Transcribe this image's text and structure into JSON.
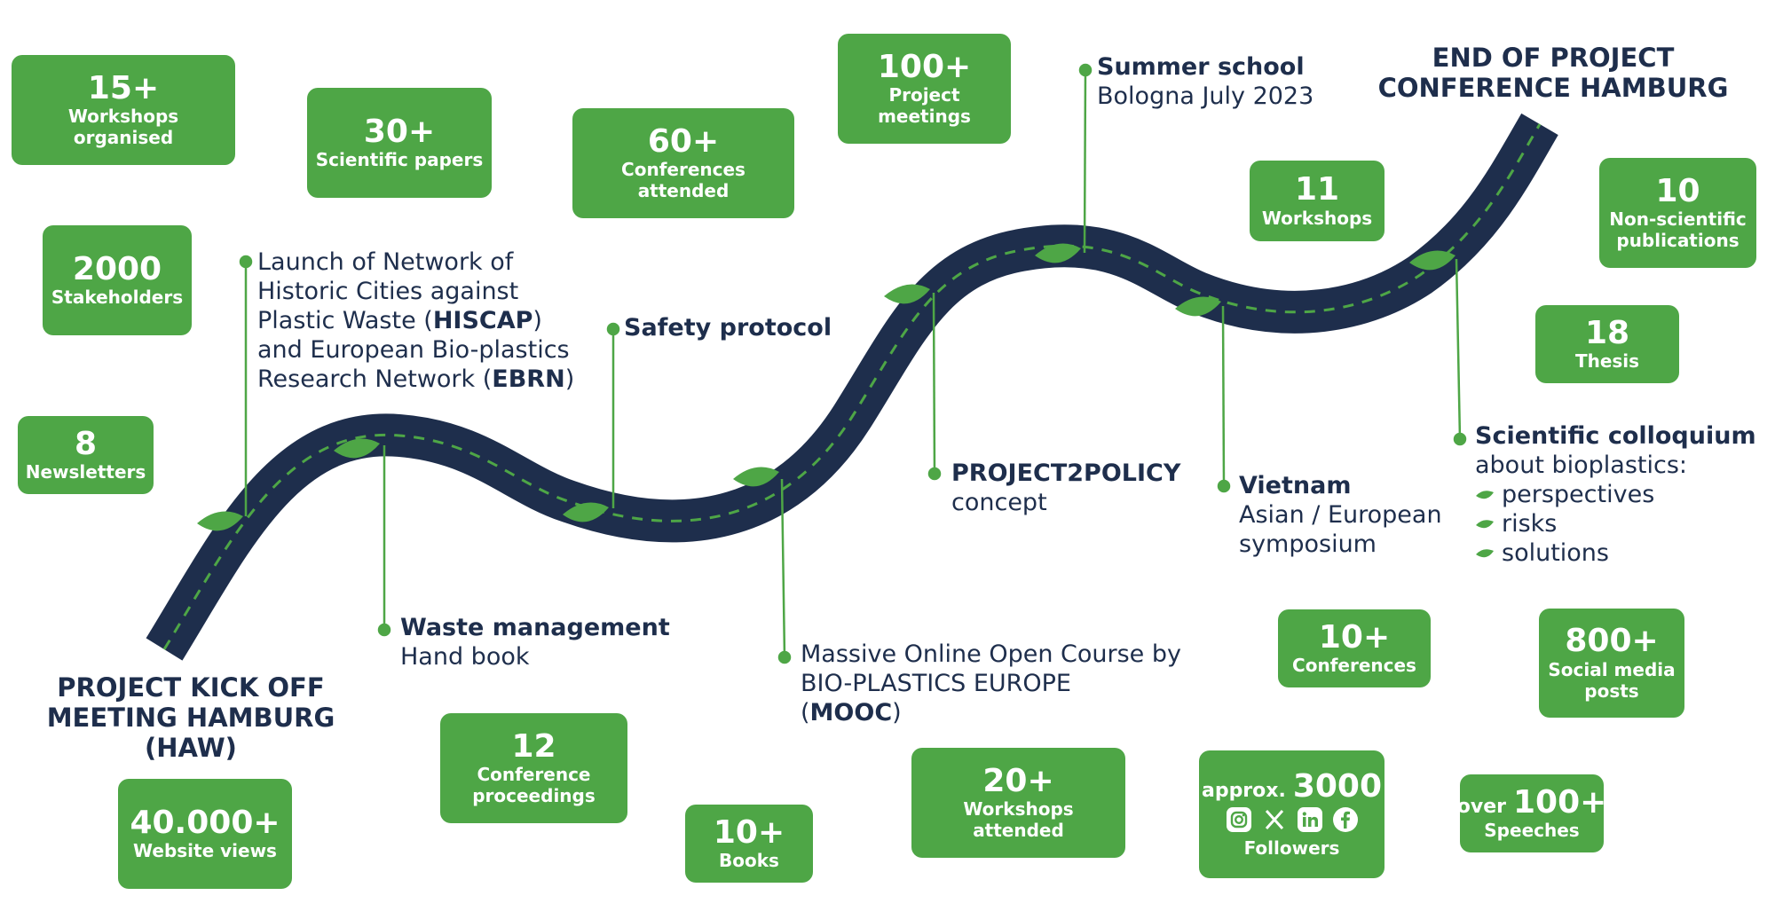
{
  "stats": [
    {
      "id": "workshops-organised",
      "value": "15+",
      "label": "Workshops organised"
    },
    {
      "id": "scientific-papers",
      "value": "30+",
      "label": "Scientific papers"
    },
    {
      "id": "conferences-attended",
      "value": "60+",
      "label": "Conferences attended"
    },
    {
      "id": "project-meetings",
      "value": "100+",
      "label": "Project meetings"
    },
    {
      "id": "stakeholders",
      "value": "2000",
      "label": "Stakeholders"
    },
    {
      "id": "newsletters",
      "value": "8",
      "label": "Newsletters"
    },
    {
      "id": "workshops",
      "value": "11",
      "label": "Workshops"
    },
    {
      "id": "non-scientific-publications",
      "value": "10",
      "label": "Non-scientific publications"
    },
    {
      "id": "thesis",
      "value": "18",
      "label": "Thesis"
    },
    {
      "id": "conferences",
      "value": "10+",
      "label": "Conferences"
    },
    {
      "id": "social-media-posts",
      "value": "800+",
      "label": "Social media posts"
    },
    {
      "id": "website-views",
      "value": "40.000+",
      "label": "Website views"
    },
    {
      "id": "conference-proceedings",
      "value": "12",
      "label": "Conference proceedings"
    },
    {
      "id": "books",
      "value": "10+",
      "label": "Books"
    },
    {
      "id": "workshops-attended",
      "value": "20+",
      "label": "Workshops attended"
    },
    {
      "id": "speeches",
      "prefix": "over",
      "value": "100+",
      "label": "Speeches"
    }
  ],
  "followers": {
    "prefix": "approx.",
    "value": "3000",
    "label": "Followers",
    "icons": [
      "instagram-icon",
      "x-icon",
      "linkedin-icon",
      "facebook-icon"
    ]
  },
  "milestones": {
    "kickoff": {
      "line1": "PROJECT KICK OFF",
      "line2": "MEETING HAMBURG (HAW)"
    },
    "end": {
      "line1": "END OF PROJECT",
      "line2": "CONFERENCE HAMBURG"
    },
    "network": {
      "lines": [
        "Launch of Network of",
        "Historic Cities against"
      ],
      "line3_pre": "Plastic Waste (",
      "line3_bold": "HISCAP",
      "line3_post": ")",
      "line4": "and European Bio-plastics",
      "line5_pre": "Research Network (",
      "line5_bold": "EBRN",
      "line5_post": ")"
    },
    "safety": {
      "title": "Safety protocol"
    },
    "waste": {
      "title": "Waste management",
      "sub": "Hand book"
    },
    "mooc": {
      "line1": "Massive Online Open Course by",
      "line2": "BIO-PLASTICS EUROPE",
      "line3_pre": "(",
      "line3_bold": "MOOC",
      "line3_post": ")"
    },
    "policy": {
      "title": "PROJECT2POLICY",
      "sub": "concept"
    },
    "summer": {
      "title": "Summer school",
      "sub": "Bologna July 2023"
    },
    "vietnam": {
      "title": "Vietnam",
      "sub1": "Asian / European",
      "sub2": "symposium"
    },
    "colloquium": {
      "title": "Scientific colloquium",
      "sub": "about bioplastics:",
      "bullets": [
        "perspectives",
        "risks",
        "solutions"
      ]
    }
  },
  "colors": {
    "green": "#4ea646",
    "navy": "#1e2e4c",
    "white": "#ffffff"
  }
}
